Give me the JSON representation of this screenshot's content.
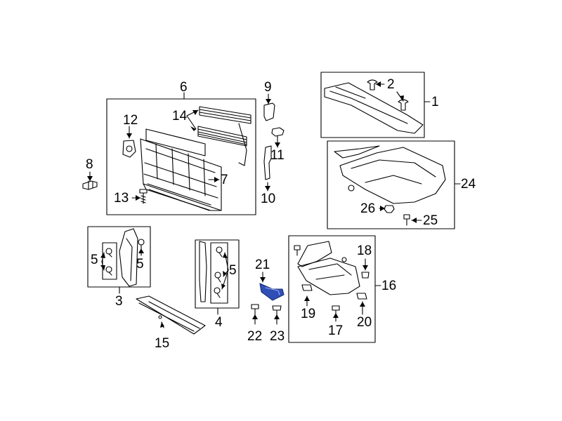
{
  "diagram": {
    "callouts": {
      "c1": "1",
      "c2": "2",
      "c3": "3",
      "c4": "4",
      "c5a": "5",
      "c5b": "5",
      "c5c": "5",
      "c6": "6",
      "c7": "7",
      "c8": "8",
      "c9": "9",
      "c10": "10",
      "c11": "11",
      "c12": "12",
      "c13": "13",
      "c14": "14",
      "c15": "15",
      "c16": "16",
      "c17": "17",
      "c18": "18",
      "c19": "19",
      "c20": "20",
      "c21": "21",
      "c22": "22",
      "c23": "23",
      "c24": "24",
      "c25": "25",
      "c26": "26"
    },
    "colors": {
      "highlight": "#2f4fb7",
      "line": "#000000"
    }
  }
}
